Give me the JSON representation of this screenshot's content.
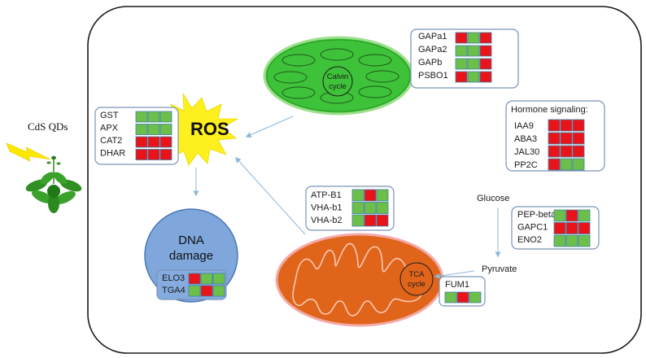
{
  "colors": {
    "up": "#e8141a",
    "down": "#6cc04a",
    "cell_stroke": "#3f7fa8",
    "box_stroke": "#7a93b8",
    "arrow": "#8ab8de",
    "chloroplast_fill": "#3ec23a",
    "mito_fill": "#e0651a",
    "mito_outline": "#f4a8a8",
    "nucleus_fill": "#7fa7dc",
    "ros_fill": "#fdf01e",
    "lightning": "#ffe800"
  },
  "icons": {
    "lightning": "lightning-bolt-icon",
    "plant": "plant-icon",
    "ros": "starburst-icon"
  },
  "labels": {
    "cds": "CdS QDs",
    "ros": "ROS",
    "calvin": [
      "Calvin",
      "cycle"
    ],
    "tca": [
      "TCA",
      "cycle"
    ],
    "dna": [
      "DNA",
      "damage"
    ],
    "glucose": "Glucose",
    "pyruvate": "Pyruvate"
  },
  "gene_groups": [
    {
      "name": "calvin-genes",
      "title": "",
      "genes": [
        {
          "label": "GAPa1",
          "cells": [
            "up",
            "down",
            "up"
          ]
        },
        {
          "label": "GAPa2",
          "cells": [
            "down",
            "down",
            "up"
          ]
        },
        {
          "label": "GAPb",
          "cells": [
            "down",
            "down",
            "up"
          ]
        },
        {
          "label": "PSBO1",
          "cells": [
            "up",
            "down",
            "up"
          ]
        }
      ]
    },
    {
      "name": "ros-genes",
      "title": "",
      "genes": [
        {
          "label": "GST",
          "cells": [
            "down",
            "down",
            "down"
          ]
        },
        {
          "label": "APX",
          "cells": [
            "down",
            "down",
            "down"
          ]
        },
        {
          "label": "CAT2",
          "cells": [
            "up",
            "up",
            "up"
          ]
        },
        {
          "label": "DHAR",
          "cells": [
            "up",
            "up",
            "up"
          ]
        }
      ]
    },
    {
      "name": "hormone-genes",
      "title": "Hormone signaling:",
      "genes": [
        {
          "label": "IAA9",
          "cells": [
            "up",
            "up",
            "up"
          ]
        },
        {
          "label": "ABA3",
          "cells": [
            "up",
            "up",
            "up"
          ]
        },
        {
          "label": "JAL30",
          "cells": [
            "up",
            "up",
            "up"
          ]
        },
        {
          "label": "PP2C",
          "cells": [
            "up",
            "down",
            "down"
          ]
        }
      ]
    },
    {
      "name": "vha-genes",
      "title": "",
      "genes": [
        {
          "label": "ATP-B1",
          "cells": [
            "down",
            "up",
            "down"
          ]
        },
        {
          "label": "VHA-b1",
          "cells": [
            "down",
            "down",
            "down"
          ]
        },
        {
          "label": "VHA-b2",
          "cells": [
            "down",
            "up",
            "up"
          ]
        }
      ]
    },
    {
      "name": "glycolysis-genes",
      "title": "",
      "genes": [
        {
          "label": "PEP-beta1",
          "cells": [
            "down",
            "up",
            "down"
          ]
        },
        {
          "label": "GAPC1",
          "cells": [
            "up",
            "up",
            "up"
          ]
        },
        {
          "label": "ENO2",
          "cells": [
            "down",
            "down",
            "down"
          ]
        }
      ]
    },
    {
      "name": "dna-genes",
      "title": "",
      "genes": [
        {
          "label": "ELO3",
          "cells": [
            "up",
            "down",
            "down"
          ]
        },
        {
          "label": "TGA4",
          "cells": [
            "down",
            "up",
            "down"
          ]
        }
      ]
    },
    {
      "name": "fum-genes",
      "title": "",
      "genes": [
        {
          "label": "FUM1",
          "cells": [
            "down",
            "up",
            "down"
          ]
        }
      ]
    }
  ]
}
